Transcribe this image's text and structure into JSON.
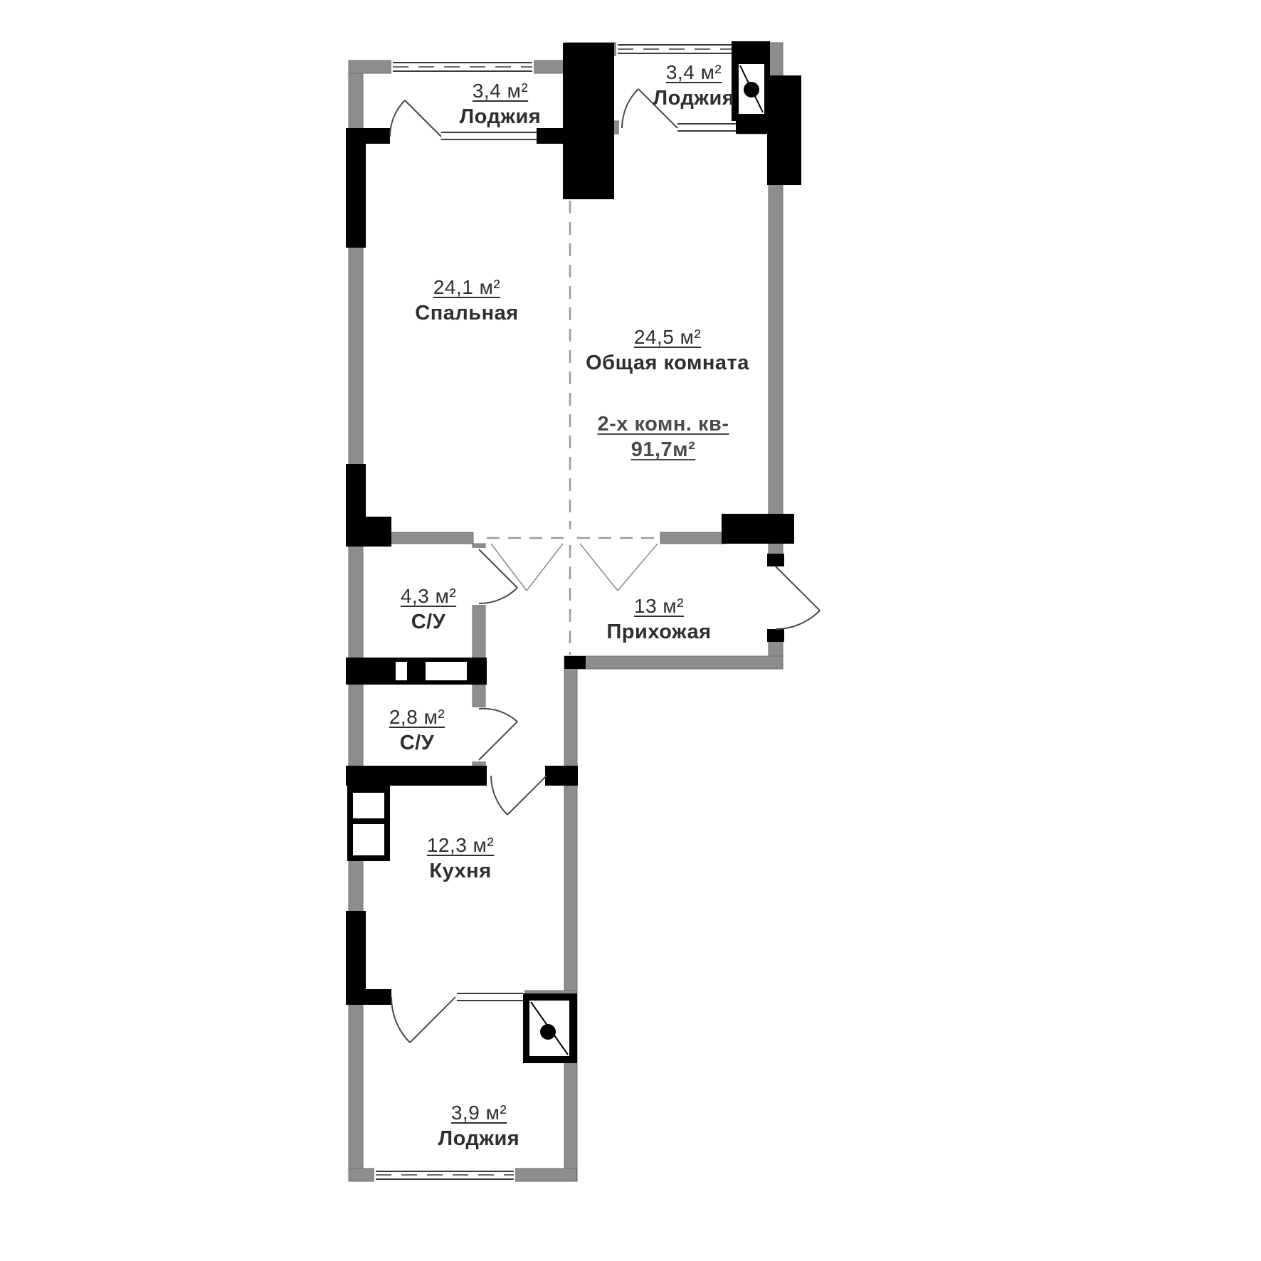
{
  "rooms": [
    {
      "id": "loggia-top-left",
      "area": "3,4 м²",
      "name": "Лоджия"
    },
    {
      "id": "loggia-top-right",
      "area": "3,4 м²",
      "name": "Лоджия"
    },
    {
      "id": "bedroom",
      "area": "24,1 м²",
      "name": "Спальная"
    },
    {
      "id": "living-room",
      "area": "24,5 м²",
      "name": "Общая комната"
    },
    {
      "id": "bathroom-1",
      "area": "4,3 м²",
      "name": "С/У"
    },
    {
      "id": "hallway",
      "area": "13 м²",
      "name": "Прихожая"
    },
    {
      "id": "bathroom-2",
      "area": "2,8 м²",
      "name": "С/У"
    },
    {
      "id": "kitchen",
      "area": "12,3 м²",
      "name": "Кухня"
    },
    {
      "id": "loggia-bottom",
      "area": "3,9 м²",
      "name": "Лоджия"
    }
  ],
  "apartment": {
    "type_label": "2-х комн. кв-",
    "total_area": "91,7м²"
  },
  "colors": {
    "wall_black": "#000000",
    "wall_gray": "#8d8d8d",
    "background": "#ffffff",
    "label_text": "#2e2e2e",
    "apartment_text": "#4a4a4a"
  }
}
